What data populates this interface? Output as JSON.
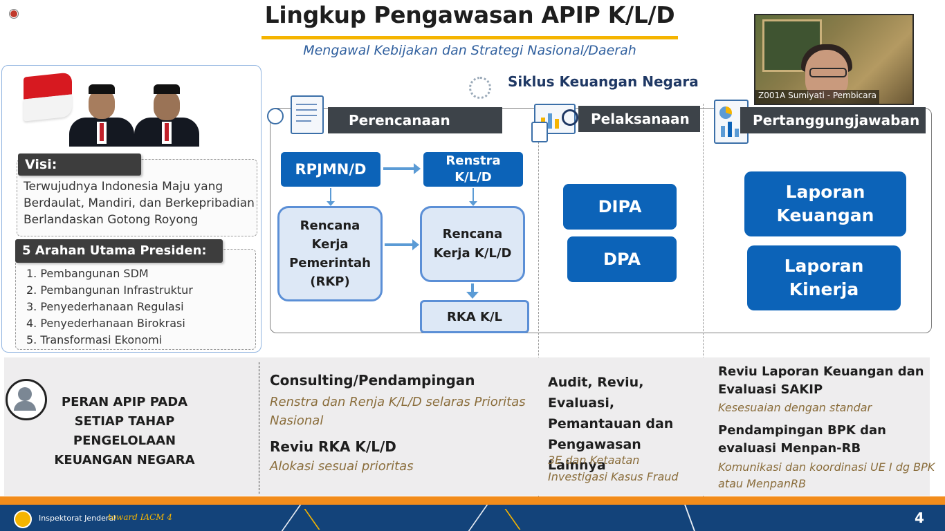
{
  "slide": {
    "title": "Lingkup Pengawasan APIP K/L/D",
    "subtitle": "Mengawal Kebijakan dan Strategi Nasional/Daerah",
    "page_number": "4"
  },
  "webcam": {
    "participant_label": "Z001A Sumiyati - Pembicara"
  },
  "left_panel": {
    "visi_label": "Visi:",
    "visi_text": "Terwujudnya Indonesia Maju yang Berdaulat, Mandiri, dan Berkepribadian Berlandaskan Gotong Royong",
    "arahan_label": "5 Arahan Utama Presiden:",
    "arahan_items": [
      "1.  Pembangunan SDM",
      "2.  Pembangunan Infrastruktur",
      "3.  Penyederhanaan Regulasi",
      "4.  Penyederhanaan Birokrasi",
      "5.  Transformasi Ekonomi"
    ]
  },
  "cycle": {
    "title": "Siklus Keuangan Negara",
    "stages": {
      "perencanaan": "Perencanaan",
      "pelaksanaan": "Pelaksanaan",
      "pertanggungjawaban": "Pertanggungjawaban"
    },
    "boxes": {
      "rpjmn": "RPJMN/D",
      "renstra": "Renstra K/L/D",
      "rkp": "Rencana Kerja Pemerintah (RKP)",
      "rkkl": "Rencana Kerja K/L/D",
      "rkakl": "RKA K/L",
      "dipa": "DIPA",
      "dpa": "DPA",
      "lapkeu": "Laporan Keuangan",
      "lapkin": "Laporan Kinerja"
    }
  },
  "roles": {
    "peran_title": "PERAN APIP PADA SETIAP TAHAP PENGELOLAAN KEUANGAN NEGARA",
    "perencanaan": {
      "head1": "Consulting/Pendampingan",
      "sub1": "Renstra dan Renja K/L/D selaras Prioritas Nasional",
      "head2": "Reviu RKA K/L/D",
      "sub2": "Alokasi sesuai prioritas"
    },
    "pelaksanaan": {
      "head": "Audit, Reviu, Evaluasi, Pemantauan dan Pengawasan Lainnya",
      "sub": "3E dan Ketaatan Investigasi Kasus Fraud"
    },
    "pertanggungjawaban": {
      "head1": "Reviu Laporan Keuangan dan Evaluasi SAKIP",
      "sub1": "Kesesuaian dengan standar",
      "head2": "Pendampingan BPK dan evaluasi Menpan-RB",
      "sub2": "Komunikasi dan koordinasi UE I dg BPK atau MenpanRB"
    }
  },
  "footer": {
    "org": "Inspektorat Jenderal",
    "slogan": "toward IACM 4"
  },
  "colors": {
    "accent_blue": "#0c63b8",
    "header_dark": "#3d4349",
    "title_underline": "#f5b400",
    "footer_orange": "#f28c1b",
    "footer_blue": "#13437a"
  }
}
